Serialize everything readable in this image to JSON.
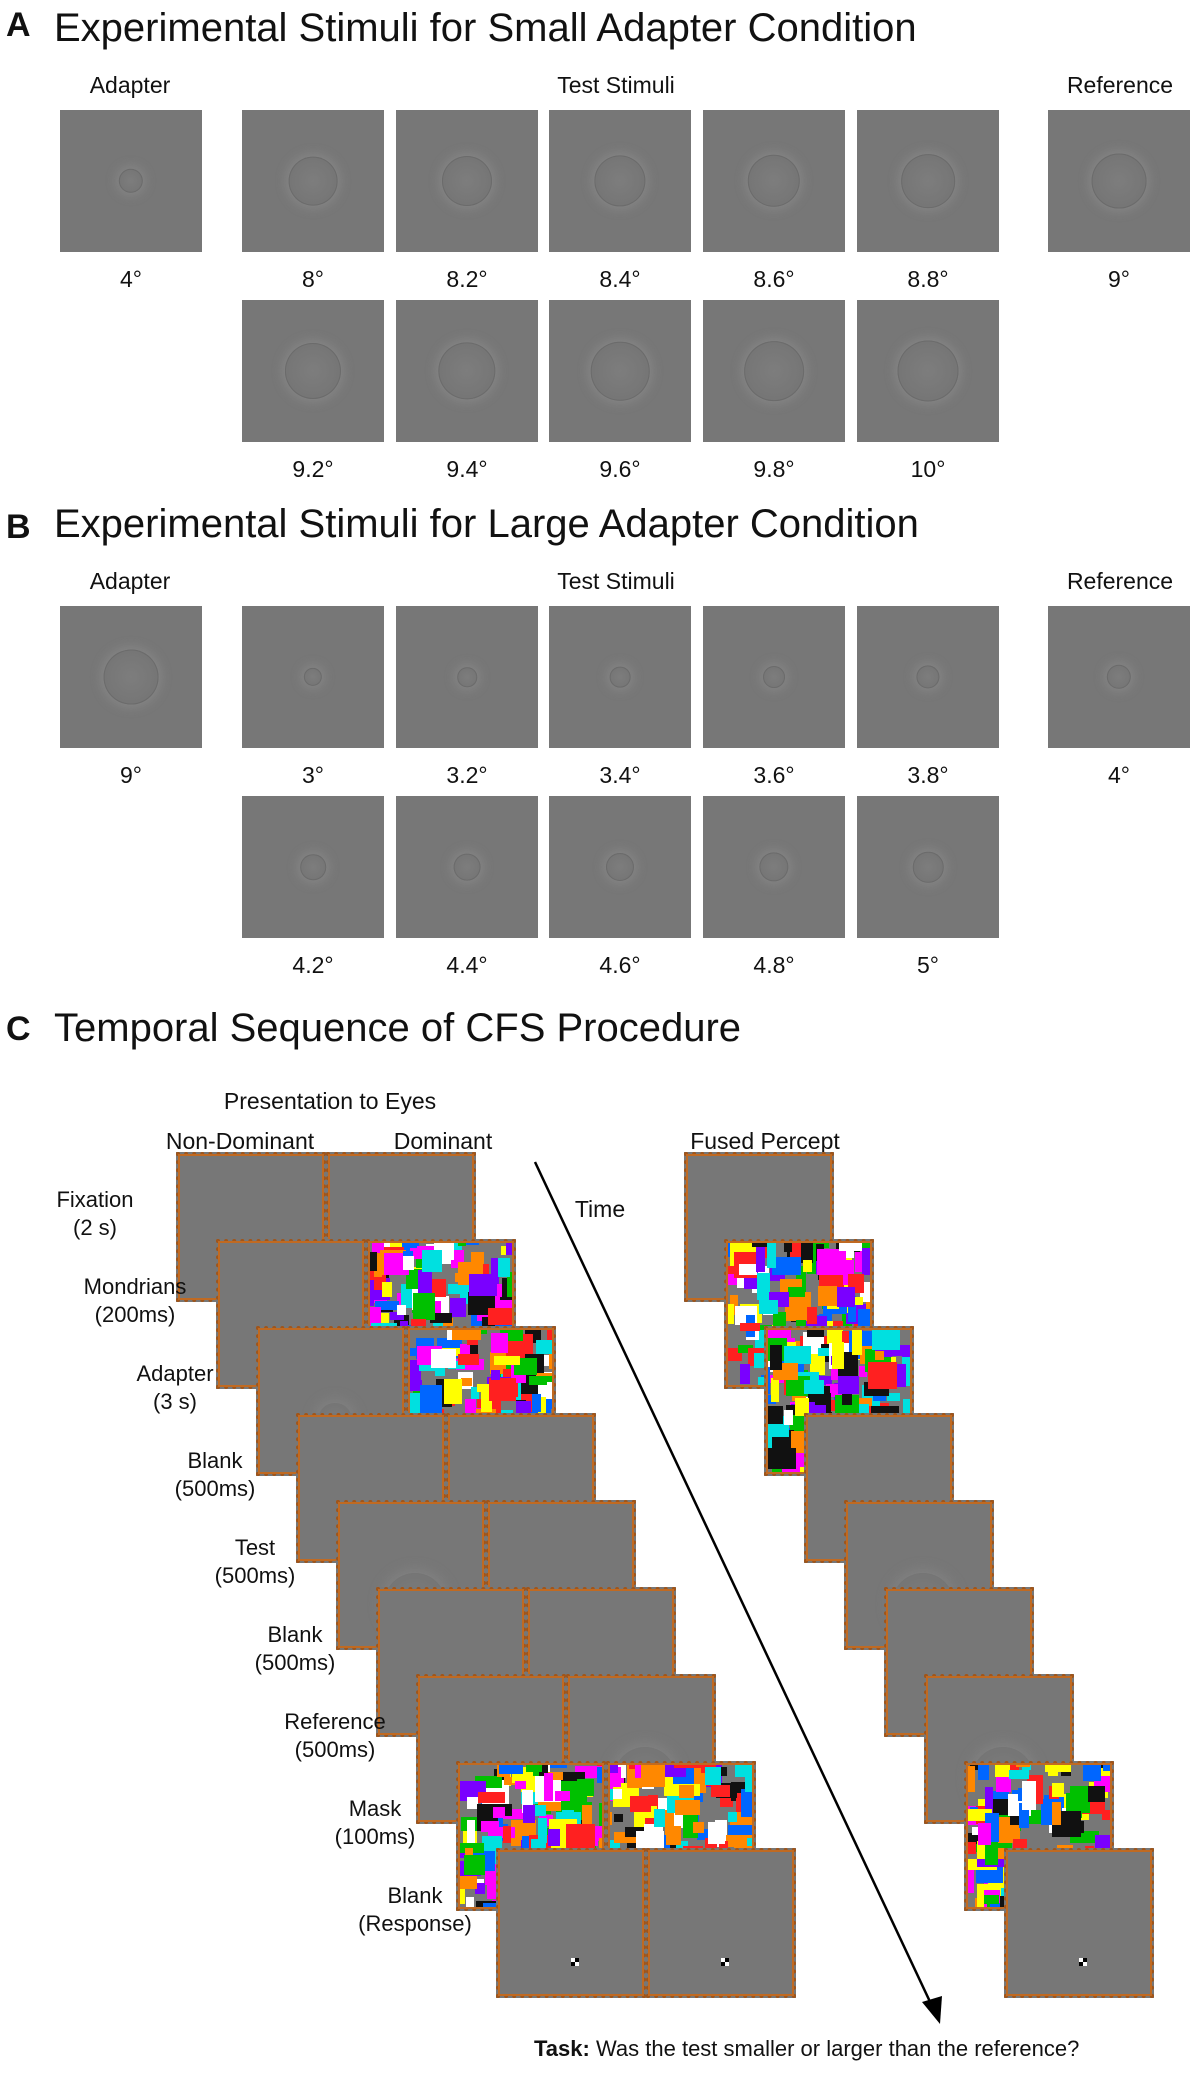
{
  "panel_a": {
    "letter": "A",
    "title": "Experimental Stimuli for Small Adapter Condition",
    "adapter_head": "Adapter",
    "test_head": "Test Stimuli",
    "reference_head": "Reference",
    "adapter_label": "4°",
    "reference_label": "9°",
    "row1_labels": [
      "8°",
      "8.2°",
      "8.4°",
      "8.6°",
      "8.8°"
    ],
    "row2_labels": [
      "9.2°",
      "9.4°",
      "9.6°",
      "9.8°",
      "10°"
    ],
    "adapter_size": 4,
    "reference_size": 9,
    "row1_sizes": [
      8,
      8.2,
      8.4,
      8.6,
      8.8
    ],
    "row2_sizes": [
      9.2,
      9.4,
      9.6,
      9.8,
      10
    ]
  },
  "panel_b": {
    "letter": "B",
    "title": "Experimental Stimuli for Large Adapter Condition",
    "adapter_head": "Adapter",
    "test_head": "Test Stimuli",
    "reference_head": "Reference",
    "adapter_label": "9°",
    "reference_label": "4°",
    "row1_labels": [
      "3°",
      "3.2°",
      "3.4°",
      "3.6°",
      "3.8°"
    ],
    "row2_labels": [
      "4.2°",
      "4.4°",
      "4.6°",
      "4.8°",
      "5°"
    ],
    "adapter_size": 9,
    "reference_size": 4,
    "row1_sizes": [
      3,
      3.2,
      3.4,
      3.6,
      3.8
    ],
    "row2_sizes": [
      4.2,
      4.4,
      4.6,
      4.8,
      5
    ]
  },
  "panel_c": {
    "letter": "C",
    "title": "Temporal Sequence of CFS Procedure",
    "presentation_head": "Presentation to Eyes",
    "non_dominant_head": "Non-Dominant",
    "dominant_head": "Dominant",
    "fused_head": "Fused Percept",
    "time_label": "Time",
    "stages": [
      {
        "name": "Fixation",
        "duration": "(2 s)"
      },
      {
        "name": "Mondrians",
        "duration": "(200ms)"
      },
      {
        "name": "Adapter",
        "duration": "(3 s)"
      },
      {
        "name": "Blank",
        "duration": "(500ms)"
      },
      {
        "name": "Test",
        "duration": "(500ms)"
      },
      {
        "name": "Blank",
        "duration": "(500ms)"
      },
      {
        "name": "Reference",
        "duration": "(500ms)"
      },
      {
        "name": "Mask",
        "duration": "(100ms)"
      },
      {
        "name": "Blank",
        "duration": "(Response)"
      }
    ],
    "task_label": "Task:",
    "task_text": "Was the test smaller or larger than the reference?"
  },
  "colors": {
    "stimulus_gray": "#777777",
    "frame_orange": "#a0551a",
    "mondrian_palette": [
      "#ff00ff",
      "#ffff00",
      "#00c000",
      "#0066ff",
      "#00e0e0",
      "#ff2020",
      "#ffffff",
      "#111111",
      "#ff8800",
      "#7a00ff"
    ]
  }
}
